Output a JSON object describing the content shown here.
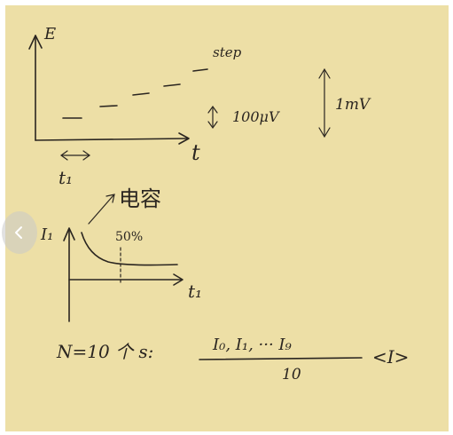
{
  "labels": {
    "e_axis": "E",
    "step": "step",
    "step_size": "100μV",
    "range": "1mV",
    "t_axis": "t",
    "t1_interval": "t₁",
    "capacitance": "电容",
    "i1_axis": "I₁",
    "percent": "50%",
    "t1_axis": "t₁",
    "formula_left": "N=10 个 s:",
    "numerator": "I₀, I₁, ··· I₉",
    "denominator": "10",
    "result": "<I>"
  },
  "controls": {
    "prev_icon": "chevron-left-icon"
  }
}
